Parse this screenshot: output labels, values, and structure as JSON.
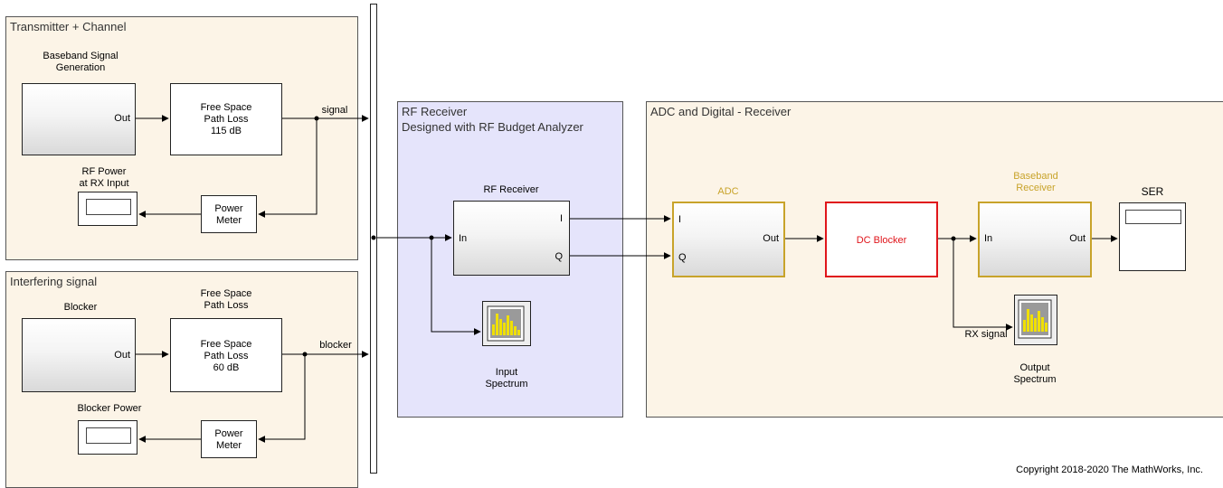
{
  "areas": {
    "tx": "Transmitter + Channel",
    "interf": "Interfering signal",
    "rf": "RF Receiver\nDesigned with RF Budget Analyzer",
    "adc": "ADC and Digital - Receiver"
  },
  "blocks": {
    "bb_gen": {
      "label": "Baseband Signal\nGeneration",
      "out": "Out"
    },
    "fspl_tx": {
      "text": "Free Space\nPath Loss\n115 dB"
    },
    "rf_power_display": {
      "label": "RF Power\nat RX Input"
    },
    "power_meter_tx": {
      "text": "Power\nMeter"
    },
    "blocker_src": {
      "label": "Blocker",
      "out": "Out"
    },
    "fspl_blk": {
      "label": "Free Space\nPath Loss",
      "text": "Free Space\nPath Loss\n60 dB"
    },
    "blocker_power_display": {
      "label": "Blocker Power"
    },
    "power_meter_blk": {
      "text": "Power\nMeter"
    },
    "rf_receiver": {
      "label": "RF Receiver",
      "in": "In",
      "i": "I",
      "q": "Q"
    },
    "input_spectrum": {
      "label": "Input\nSpectrum"
    },
    "adc": {
      "label": "ADC",
      "i": "I",
      "q": "Q",
      "out": "Out"
    },
    "dc_blocker": {
      "text": "DC Blocker"
    },
    "bb_receiver": {
      "label": "Baseband\nReceiver",
      "in": "In",
      "out": "Out"
    },
    "ser": {
      "label": "SER"
    },
    "output_spectrum": {
      "label": "Output\nSpectrum"
    }
  },
  "signals": {
    "signal": "signal",
    "blocker": "blocker",
    "rx_signal": "RX signal"
  },
  "copyright": "Copyright 2018-2020 The MathWorks, Inc.",
  "colors": {
    "area_beige": "#fcf4e7",
    "area_lavender": "#e5e4fb",
    "adc_yellow": "#c8a32a",
    "dc_red": "#e0151b",
    "scope_yellow": "#f0e000"
  }
}
